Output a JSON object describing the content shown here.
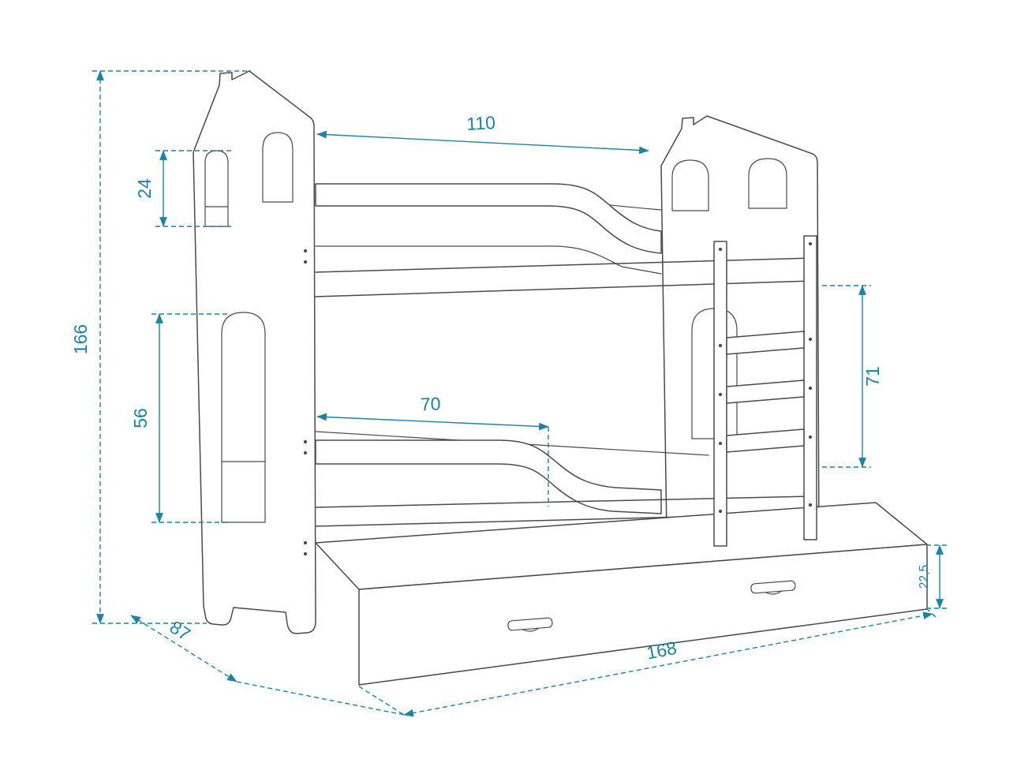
{
  "diagram": {
    "subject": "house-shaped-bunk-bed-with-storage-drawer-technical-drawing",
    "background_color": "#ffffff",
    "outline_color": "#4a4a4a",
    "dimension_color": "#1b84a3",
    "dimensions": {
      "total_height": "166",
      "top_window_height": "24",
      "tall_window_height": "56",
      "upper_bunk_length": "110",
      "mattress_length": "70",
      "bunk_gap_height": "71",
      "bed_depth": "87",
      "total_length": "168",
      "drawer_height": "22,5"
    }
  }
}
